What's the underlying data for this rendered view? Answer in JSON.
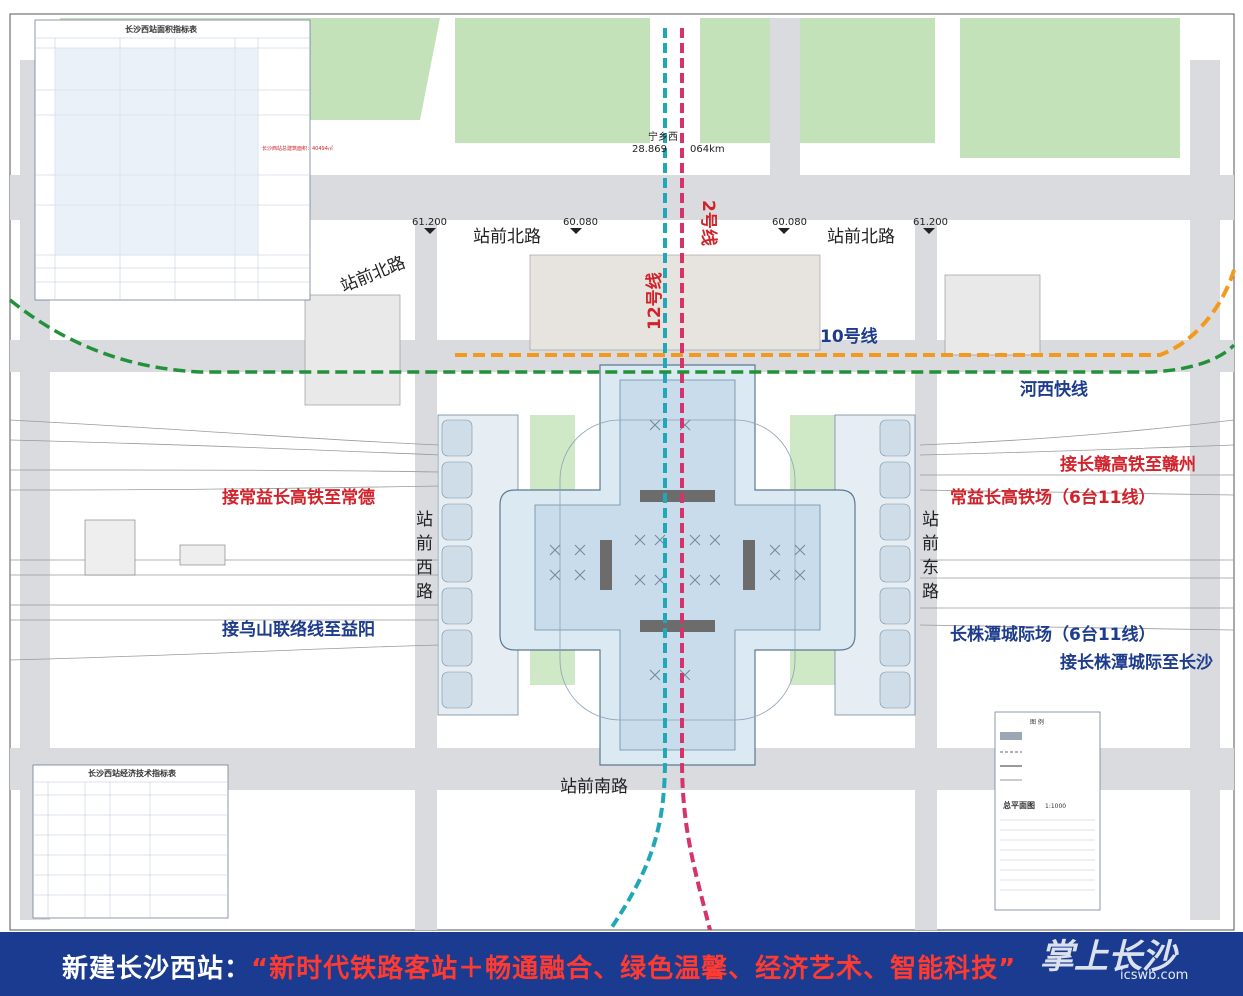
{
  "colors": {
    "road": "#d7d9dc",
    "green_area": "#bfe0b6",
    "station_light": "#dbe9f3",
    "line12": "#21a7b8",
    "line2": "#d6336c",
    "line10": "#f39a1e",
    "hexi": "#23913a",
    "banner": "#1a3b8f",
    "label_red": "#d0232b",
    "label_blue": "#1e3c8c"
  },
  "roads": {
    "north": "站前北路",
    "north_left": "站前北路",
    "south": "站前南路",
    "west": "站前西路",
    "east": "站前东路"
  },
  "lines": {
    "line12": "12号线",
    "line2": "2号线",
    "line10": "10号线",
    "hexi": "河西快线"
  },
  "connections": {
    "changde": "接常益长高铁至常德",
    "yiyang": "接乌山联络线至益阳",
    "ganzhou": "接长赣高铁至赣州",
    "changyi_field": "常益长高铁场（6台11线）",
    "czt_field": "长株潭城际场（6台11线）",
    "czt_changsha": "接长株潭城际至长沙"
  },
  "elevations": {
    "e1": "61.200",
    "e2": "60.080",
    "e3": "60.080",
    "e4": "61.200"
  },
  "chainage": {
    "station": "宁乡西",
    "km": "28.869",
    "km2": "064km"
  },
  "tables": {
    "top_title": "长沙西站面积指标表",
    "bottom_title": "长沙西站经济技术指标表",
    "note_red": "长沙西站总建筑面积：40494㎡"
  },
  "legend": {
    "title": "总平面图",
    "scale": "1:1000",
    "heading": "图 例"
  },
  "banner": {
    "prefix": "新建长沙西站：",
    "slogan": "“新时代铁路客站＋畅通融合、绿色温馨、经济艺术、智能科技”"
  },
  "watermark": {
    "logo": "掌上长沙",
    "url": "icswb.com"
  }
}
